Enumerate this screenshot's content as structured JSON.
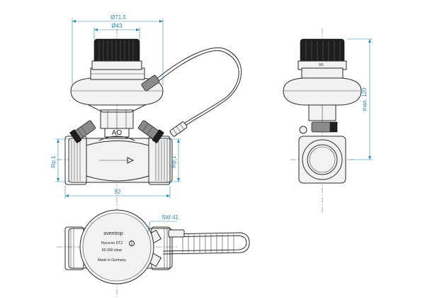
{
  "dimensions": {
    "d_outer": "Ø71.5",
    "d_inner": "Ø43",
    "thread_left": "Rp 1",
    "thread_right": "Rp 1",
    "length": "92",
    "height": "max. 120",
    "wrench": "SW 41"
  },
  "markings": {
    "body_symbol": "AO",
    "brand": "oventrop",
    "model": "Hycocon DTZ",
    "range": "50-300 mbar",
    "origin": "Made in Germany"
  },
  "colors": {
    "dimension_line": "#2f86b5",
    "outline": "#2b2b2b",
    "handwheel": "#1e1e1e"
  }
}
